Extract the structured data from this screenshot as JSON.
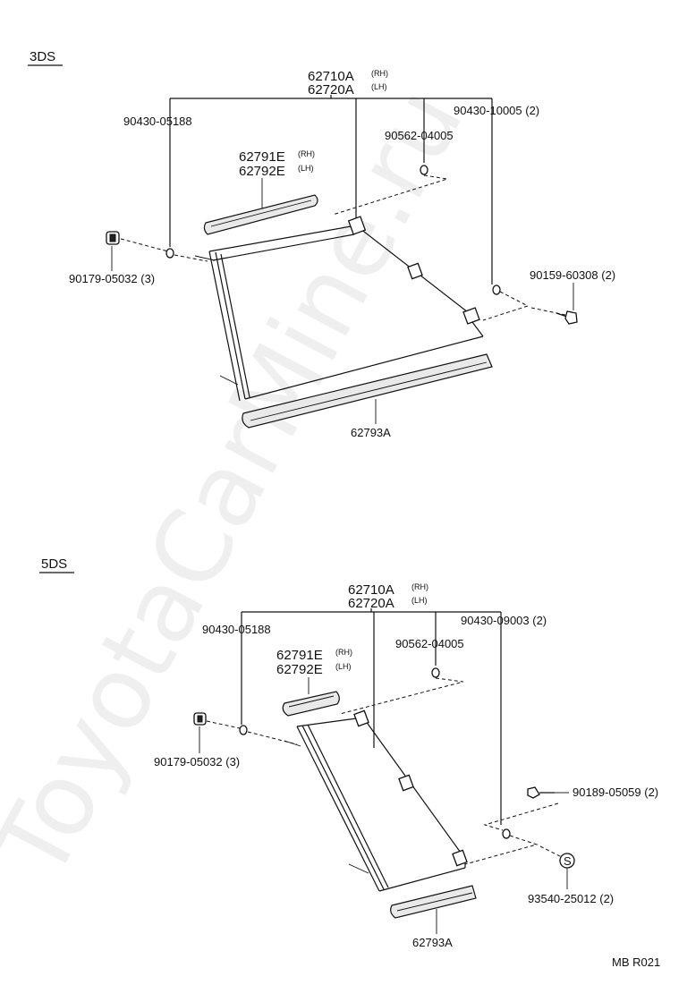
{
  "watermark": "ToyotaCarMine.ru",
  "footer_code": "MB  R021",
  "sections": [
    {
      "title": "3DS",
      "labels": {
        "assy_rh": "62710A",
        "assy_rh_side": "(RH)",
        "assy_lh": "62720A",
        "assy_lh_side": "(LH)",
        "bolt_washer_left": "90430-05188",
        "washer_right": "90430-10005 (2)",
        "washer_mid": "90562-04005",
        "cover_rh": "62791E",
        "cover_rh_side": "(RH)",
        "cover_lh": "62792E",
        "cover_lh_side": "(LH)",
        "nut_left": "90179-05032 (3)",
        "bolt_right": "90159-60308 (2)",
        "garnish": "62793A"
      }
    },
    {
      "title": "5DS",
      "labels": {
        "assy_rh": "62710A",
        "assy_rh_side": "(RH)",
        "assy_lh": "62720A",
        "assy_lh_side": "(LH)",
        "bolt_washer_left": "90430-05188",
        "washer_right": "90430-09003 (2)",
        "washer_mid": "90562-04005",
        "cover_rh": "62791E",
        "cover_rh_side": "(RH)",
        "cover_lh": "62792E",
        "cover_lh_side": "(LH)",
        "nut_left": "90179-05032 (3)",
        "bolt_right": "90189-05059 (2)",
        "clip": "93540-25012 (2)",
        "clip_symbol": "S",
        "garnish": "62793A"
      }
    }
  ]
}
